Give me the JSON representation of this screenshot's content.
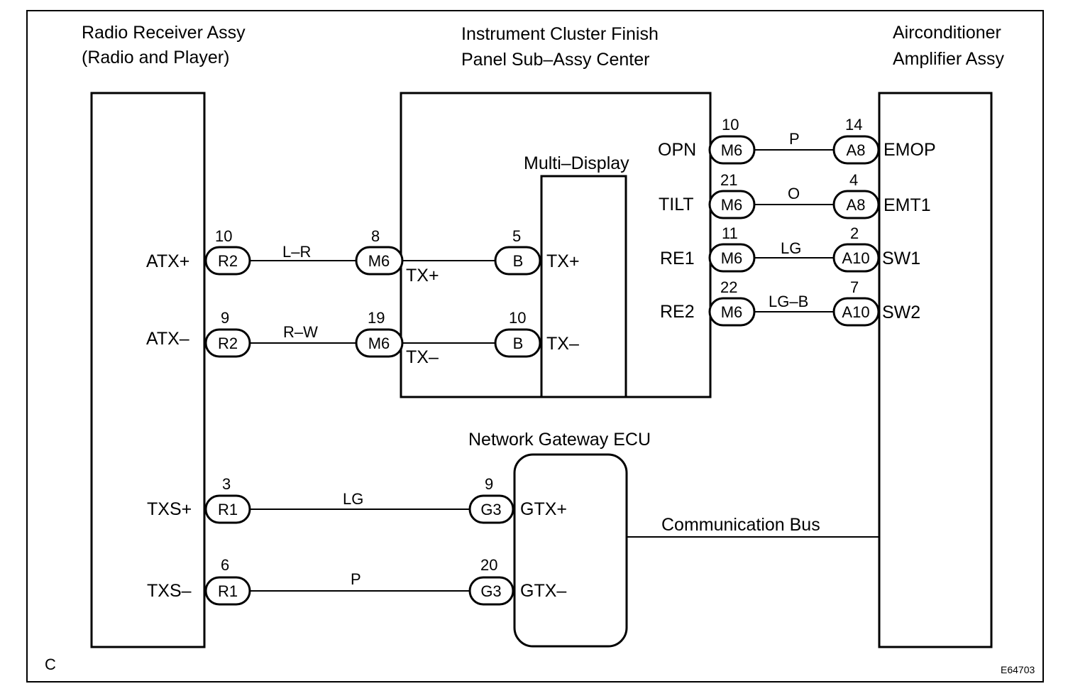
{
  "components": {
    "radio": {
      "line1": "Radio Receiver Assy",
      "line2": "(Radio and Player)"
    },
    "cluster": {
      "line1": "Instrument Cluster Finish",
      "line2": "Panel Sub–Assy Center"
    },
    "aircon": {
      "line1": "Airconditioner",
      "line2": "Amplifier Assy"
    },
    "multi_display": {
      "label": "Multi–Display"
    },
    "gateway": {
      "label": "Network Gateway ECU"
    }
  },
  "bus": {
    "label": "Communication Bus"
  },
  "corner": {
    "left": "C",
    "right": "E64703"
  },
  "radio_wires": [
    {
      "signal": "ATX+",
      "pin": "10",
      "connector": "R2",
      "color": "L–R",
      "m6_pin": "8",
      "m6_conn": "M6",
      "inner_label": "TX+",
      "b_pin": "5",
      "b_conn": "B",
      "md_signal": "TX+"
    },
    {
      "signal": "ATX–",
      "pin": "9",
      "connector": "R2",
      "color": "R–W",
      "m6_pin": "19",
      "m6_conn": "M6",
      "inner_label": "TX–",
      "b_pin": "10",
      "b_conn": "B",
      "md_signal": "TX–"
    }
  ],
  "gateway_wires": [
    {
      "signal": "TXS+",
      "pin": "3",
      "connector": "R1",
      "color": "LG",
      "g_pin": "9",
      "g_conn": "G3",
      "g_signal": "GTX+"
    },
    {
      "signal": "TXS–",
      "pin": "6",
      "connector": "R1",
      "color": "P",
      "g_pin": "20",
      "g_conn": "G3",
      "g_signal": "GTX–"
    }
  ],
  "aircon_wires": [
    {
      "signal": "OPN",
      "pin": "10",
      "connector": "M6",
      "color": "P",
      "a_pin": "14",
      "a_conn": "A8",
      "a_signal": "EMOP"
    },
    {
      "signal": "TILT",
      "pin": "21",
      "connector": "M6",
      "color": "O",
      "a_pin": "4",
      "a_conn": "A8",
      "a_signal": "EMT1"
    },
    {
      "signal": "RE1",
      "pin": "11",
      "connector": "M6",
      "color": "LG",
      "a_pin": "2",
      "a_conn": "A10",
      "a_signal": "SW1"
    },
    {
      "signal": "RE2",
      "pin": "22",
      "connector": "M6",
      "color": "LG–B",
      "a_pin": "7",
      "a_conn": "A10",
      "a_signal": "SW2"
    }
  ]
}
